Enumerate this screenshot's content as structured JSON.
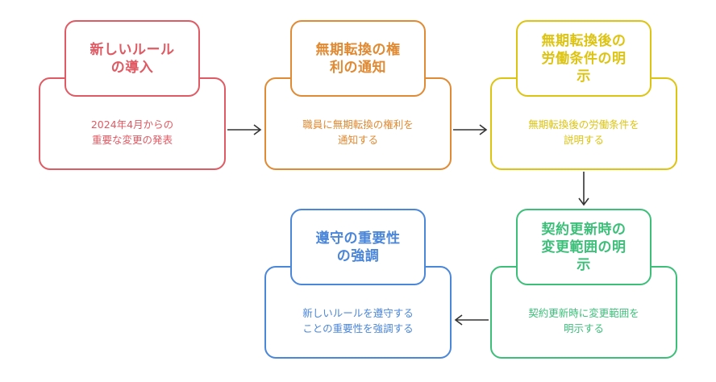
{
  "steps": [
    {
      "title": "新しいルール\nの導入",
      "description": "2024年4月からの\n重要な変更の発表",
      "color": "#e05a63"
    },
    {
      "title": "無期転換の権\n利の通知",
      "description": "職員に無期転換の権利を\n通知する",
      "color": "#e08a33"
    },
    {
      "title": "無期転換後の\n労働条件の明\n示",
      "description": "無期転換後の労働条件を\n説明する",
      "color": "#ddc413"
    },
    {
      "title": "契約更新時の\n変更範囲の明\n示",
      "description": "契約更新時に変更範囲を\n明示する",
      "color": "#3dbf7a"
    },
    {
      "title": "遵守の重要性\nの強調",
      "description": "新しいルールを遵守する\nことの重要性を強調する",
      "color": "#4a86d9"
    }
  ]
}
